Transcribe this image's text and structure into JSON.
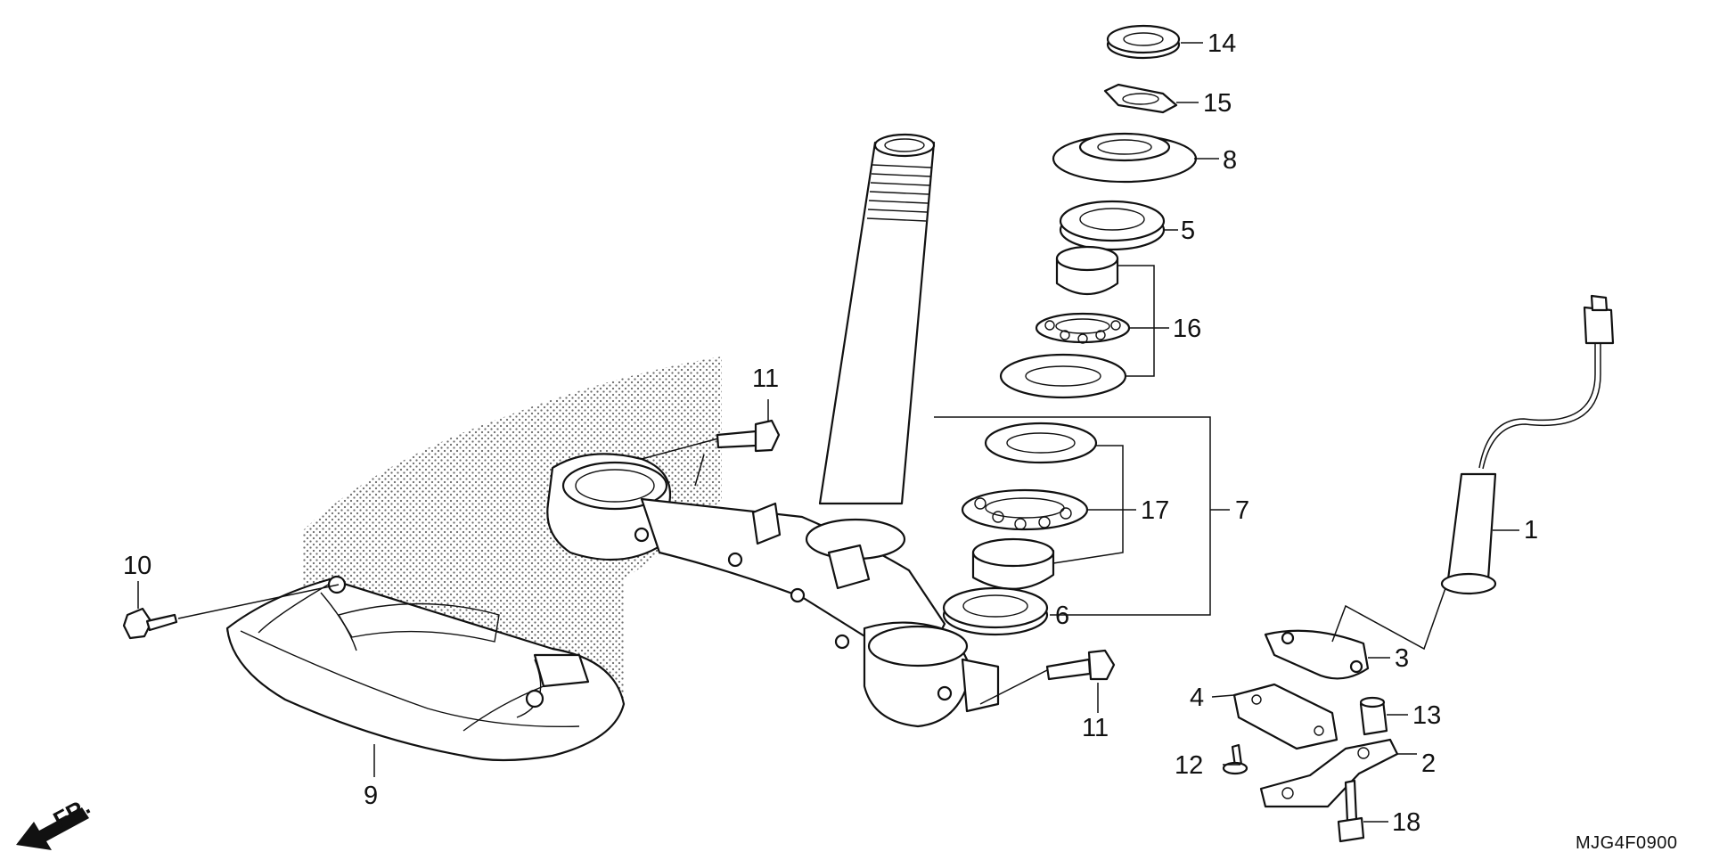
{
  "callouts": {
    "c1": "1",
    "c2": "2",
    "c3": "3",
    "c4": "4",
    "c5": "5",
    "c6": "6",
    "c7": "7",
    "c8": "8",
    "c9": "9",
    "c10": "10",
    "c11_top": "11",
    "c11_bottom": "11",
    "c12": "12",
    "c13": "13",
    "c14": "14",
    "c15": "15",
    "c16": "16",
    "c17": "17",
    "c18": "18"
  },
  "direction_marker": {
    "label": "FR."
  },
  "diagram_code": "MJG4F0900",
  "colors": {
    "ink": "#111111",
    "paper": "#ffffff",
    "stipple": "#555555"
  }
}
